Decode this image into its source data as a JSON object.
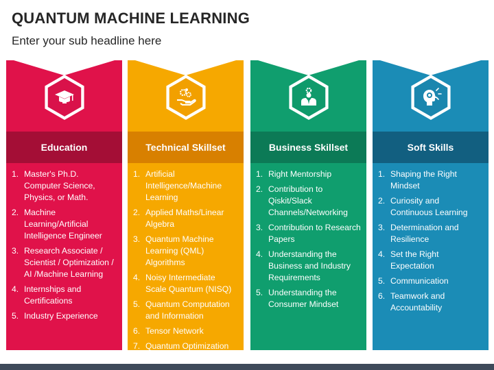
{
  "title": "QUANTUM MACHINE LEARNING",
  "subtitle": "Enter your sub headline here",
  "columns": [
    {
      "heading": "Education",
      "icon": "graduation-cap-icon",
      "color": "#e0124a",
      "header_color": "#a40e36",
      "items": [
        {
          "num": "1.",
          "text": "Master's Ph.D. Computer Science, Physics, or Math."
        },
        {
          "num": "2.",
          "text": "Machine Learning/Artificial Intelligence Engineer"
        },
        {
          "num": "3.",
          "text": "Research Associate / Scientist / Optimization / AI /Machine Learning"
        },
        {
          "num": "4.",
          "text": "Internships and Certifications"
        },
        {
          "num": "5.",
          "text": "Industry Experience"
        }
      ]
    },
    {
      "heading": "Technical Skillset",
      "icon": "hand-gears-icon",
      "color": "#f6a800",
      "header_color": "#d88000",
      "items": [
        {
          "num": "1.",
          "text": "Artificial Intelligence/Machine Learning"
        },
        {
          "num": "2.",
          "text": "Applied Maths/Linear Algebra"
        },
        {
          "num": "3.",
          "text": "Quantum Machine Learning (QML) Algorithms"
        },
        {
          "num": "4.",
          "text": "Noisy Intermediate Scale Quantum (NISQ)"
        },
        {
          "num": "5.",
          "text": "Quantum Computation and Information"
        },
        {
          "num": "6.",
          "text": "Tensor Network"
        },
        {
          "num": "7.",
          "text": "Quantum Optimization and Simulation"
        }
      ]
    },
    {
      "heading": "Business Skillset",
      "icon": "businessman-gear-icon",
      "color": "#109e6e",
      "header_color": "#0c7a56",
      "items": [
        {
          "num": "1.",
          "text": "Right Mentorship"
        },
        {
          "num": "2.",
          "text": "Contribution to Qiskit/Slack Channels/Networking"
        },
        {
          "num": "3.",
          "text": "Contribution to Research Papers"
        },
        {
          "num": "4.",
          "text": "Understanding the Business and Industry Requirements"
        },
        {
          "num": "5.",
          "text": "Understanding the Consumer Mindset"
        }
      ]
    },
    {
      "heading": "Soft Skills",
      "icon": "head-target-icon",
      "color": "#1b8cb6",
      "header_color": "#125f80",
      "items": [
        {
          "num": "1.",
          "text": "Shaping the Right Mindset"
        },
        {
          "num": "2.",
          "text": "Curiosity and Continuous Learning"
        },
        {
          "num": "3.",
          "text": "Determination and Resilience"
        },
        {
          "num": "4.",
          "text": "Set the Right Expectation"
        },
        {
          "num": "5.",
          "text": "Communication"
        },
        {
          "num": "6.",
          "text": "Teamwork and Accountability"
        }
      ]
    }
  ]
}
